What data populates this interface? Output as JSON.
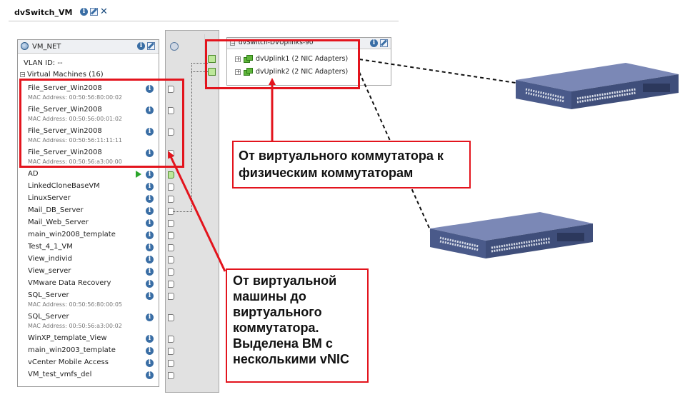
{
  "header": {
    "title": "dvSwitch_VM",
    "icons": [
      "info-icon",
      "edit-icon",
      "close-icon"
    ]
  },
  "portgroup": {
    "name": "VM_NET",
    "vlan": "VLAN ID: --",
    "vms_header": "Virtual Machines (16)",
    "vms": [
      {
        "name": "File_Server_Win2008",
        "mac": "MAC Address: 00:50:56:80:00:02"
      },
      {
        "name": "File_Server_Win2008",
        "mac": "MAC Address: 00:50:56:00:01:02"
      },
      {
        "name": "File_Server_Win2008",
        "mac": "MAC Address: 00:50:56:11:11:11"
      },
      {
        "name": "File_Server_Win2008",
        "mac": "MAC Address: 00:50:56:a3:00:00"
      },
      {
        "name": "AD",
        "mac": ""
      },
      {
        "name": "LinkedCloneBaseVM",
        "mac": ""
      },
      {
        "name": "LinuxServer",
        "mac": ""
      },
      {
        "name": "Mail_DB_Server",
        "mac": ""
      },
      {
        "name": "Mail_Web_Server",
        "mac": ""
      },
      {
        "name": "main_win2008_template",
        "mac": ""
      },
      {
        "name": "Test_4_1_VM",
        "mac": ""
      },
      {
        "name": "View_individ",
        "mac": ""
      },
      {
        "name": "View_server",
        "mac": ""
      },
      {
        "name": "VMware Data Recovery",
        "mac": ""
      },
      {
        "name": "SQL_Server",
        "mac": "MAC Address: 00:50:56:80:00:05"
      },
      {
        "name": "SQL_Server",
        "mac": "MAC Address: 00:50:56:a3:00:02"
      },
      {
        "name": "WinXP_template_View",
        "mac": ""
      },
      {
        "name": "main_win2003_template",
        "mac": ""
      },
      {
        "name": "vCenter Mobile Access",
        "mac": ""
      },
      {
        "name": "VM_test_vmfs_del",
        "mac": ""
      }
    ]
  },
  "uplinks": {
    "title": "dvSwitch-DVUplinks-90",
    "items": [
      {
        "label": "dvUplink1 (2 NIC Adapters)"
      },
      {
        "label": "dvUplink2 (2 NIC Adapters)"
      }
    ]
  },
  "callouts": {
    "uplink_text": "От виртуального коммутатора к физическим коммутаторам",
    "vm_text": "От виртуальной машины до виртуального коммутатора. Выделена ВМ с несколькими vNIC"
  },
  "colors": {
    "highlight": "#e3141d",
    "switch_body": "#4a5a8a",
    "port_active": "#bde89a"
  }
}
